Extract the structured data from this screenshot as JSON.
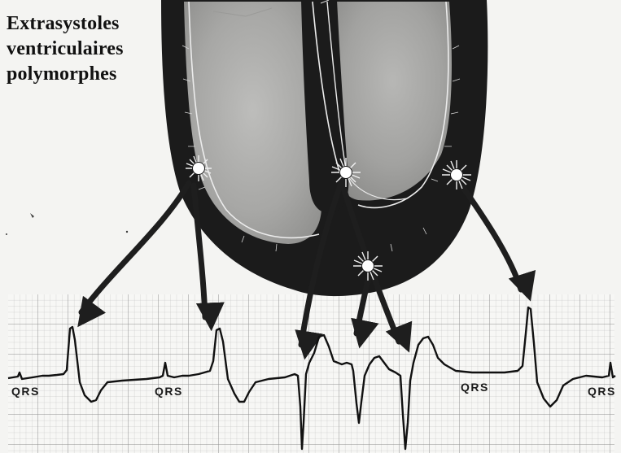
{
  "title": {
    "line1": "Extrasystoles",
    "line2": "ventriculaires",
    "line3": "polymorphes"
  },
  "ecg_labels": [
    "QRS",
    "QRS",
    "QRS",
    "QRS"
  ],
  "colors": {
    "background": "#f4f4f2",
    "myocardium": "#1b1b1b",
    "cavity": "#a9a9a7",
    "grid": "#9a9a9a",
    "trace": "#111111",
    "arrow": "#1e1e1e"
  },
  "icons": {
    "ectopic_focus": "starburst-focus-icon"
  }
}
